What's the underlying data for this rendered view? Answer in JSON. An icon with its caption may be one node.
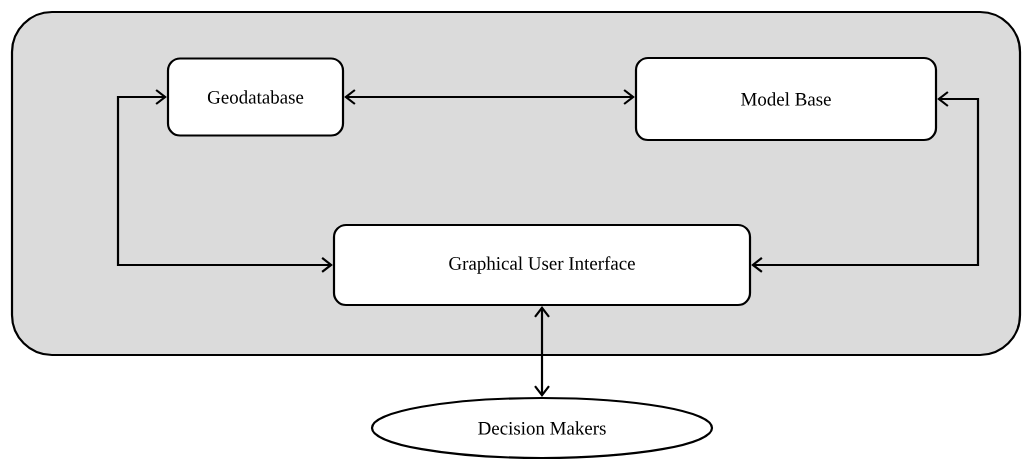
{
  "diagram": {
    "nodes": [
      {
        "text": [],
        "shape": "box"
      },
      {
        "text": [
          "Geodatabase"
        ],
        "in": 0
      },
      {
        "text": [
          "Model Base"
        ],
        "in": 0
      },
      {
        "text": [
          "Graphical User Interface"
        ],
        "in": 0
      },
      {
        "text": [
          "Decision Makers"
        ]
      }
    ],
    "edges": [
      {
        "from": 1,
        "to": 2,
        "arrow": "both"
      },
      {
        "from": 3,
        "to": 1,
        "arrow": "both"
      },
      {
        "from": 3,
        "to": 2,
        "arrow": "both"
      },
      {
        "from": 3,
        "to": 4,
        "arrow": "both"
      }
    ]
  }
}
